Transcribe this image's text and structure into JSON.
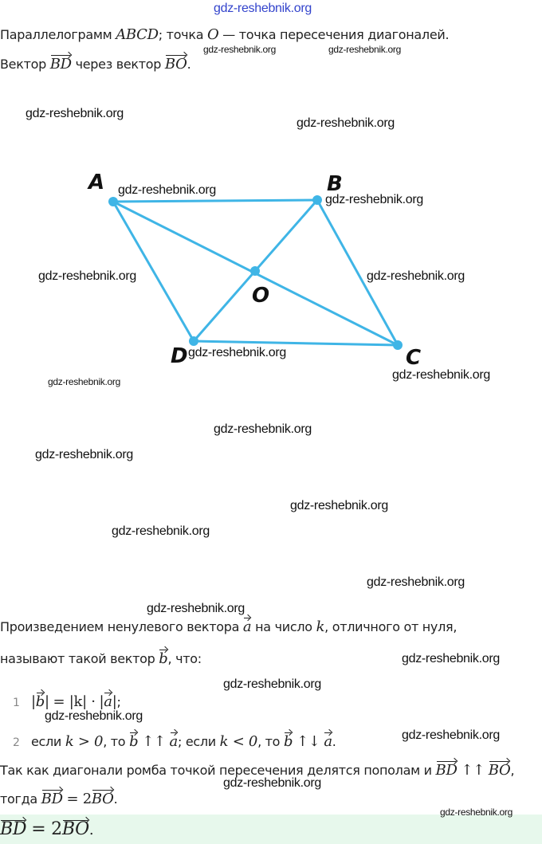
{
  "header_watermark": "gdz-reshebnik.org",
  "problem": {
    "line1_a": "Параллелограмм ",
    "abcd": "ABCD",
    "line1_b": "; точка ",
    "o": "O",
    "line1_c": " — точка пересечения диагоналей.",
    "line2_a": "Вектор ",
    "bd": "BD",
    "line2_b": " через вектор ",
    "bo": "BO",
    "line2_c": "."
  },
  "diagram": {
    "line_color": "#3fb5e6",
    "labels": {
      "A": "A",
      "B": "B",
      "C": "C",
      "D": "D",
      "O": "O"
    }
  },
  "definition": {
    "p1_a": "Произведением ненулевого вектора ",
    "a": "a",
    "p1_b": " на число ",
    "k": "k",
    "p1_c": ", отличного от нуля,",
    "p2_a": "называют такой вектор ",
    "b": "b",
    "p2_b": ", что:",
    "item1_num": "1",
    "item1_eq": "= |k| ·",
    "item1_end": ";",
    "item2_num": "2",
    "item2_a": "если ",
    "item2_cond1": "k > 0",
    "item2_b": ", то ",
    "codir": "↑↑",
    "item2_c": "; если ",
    "item2_cond2": "k < 0",
    "item2_d": ", то ",
    "opposite": "↑↓",
    "item2_end": "."
  },
  "solution": {
    "s1": "Так как диагонали ромба точкой пересечения делятся пополам и ",
    "bd": "BD",
    "codir": "↑↑",
    "bo": "BO",
    "s1_end": ",",
    "s2": "тогда ",
    "eq": "= 2",
    "end": "."
  },
  "answer": {
    "bd": "BD",
    "eq": "= 2",
    "bo": "BO",
    "end": "."
  },
  "watermarks": [
    "gdz-reshebnik.org",
    "gdz-reshebnik.org",
    "gdz-reshebnik.org",
    "gdz-reshebnik.org",
    "gdz-reshebnik.org",
    "gdz-reshebnik.org",
    "gdz-reshebnik.org",
    "gdz-reshebnik.org",
    "gdz-reshebnik.org",
    "gdz-reshebnik.org",
    "gdz-reshebnik.org",
    "gdz-reshebnik.org",
    "gdz-reshebnik.org",
    "gdz-reshebnik.org",
    "gdz-reshebnik.org",
    "gdz-reshebnik.org",
    "gdz-reshebnik.org",
    "gdz-reshebnik.org",
    "gdz-reshebnik.org",
    "gdz-reshebnik.org",
    "gdz-reshebnik.org",
    "gdz-reshebnik.org",
    "gdz-reshebnik.org",
    "gdz-reshebnik.org"
  ]
}
